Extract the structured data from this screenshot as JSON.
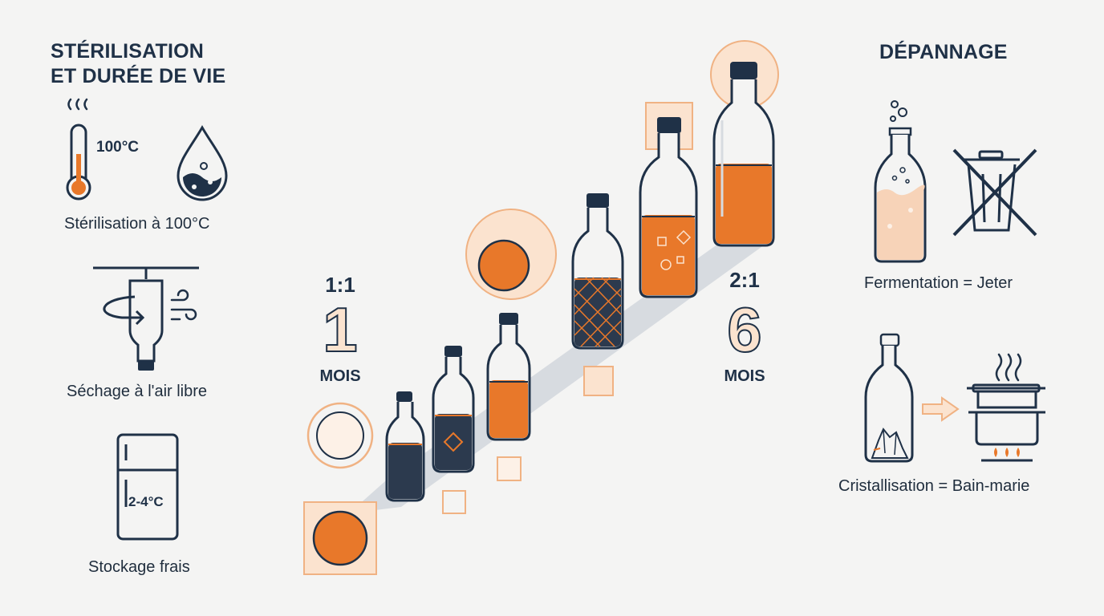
{
  "left": {
    "title_line1": "STÉRILISATION",
    "title_line2": "ET DURÉE DE VIE",
    "temperature_label": "100°C",
    "sterilisation_caption": "Stérilisation à 100°C",
    "sechage_caption": "Séchage à l'air libre",
    "fridge_label": "2-4°C",
    "stockage_caption": "Stockage frais"
  },
  "timeline": {
    "start_ratio": "1:1",
    "start_number": "1",
    "start_unit": "MOIS",
    "end_ratio": "2:1",
    "end_number": "6",
    "end_unit": "MOIS"
  },
  "right": {
    "title": "DÉPANNAGE",
    "fermentation_caption": "Fermentation = Jeter",
    "cristallisation_caption": "Cristallisation = Bain-marie"
  },
  "colors": {
    "navy": "#1f3147",
    "orange": "#e8782a",
    "peach": "#fbe3cf",
    "band": "#d7dbe0"
  }
}
